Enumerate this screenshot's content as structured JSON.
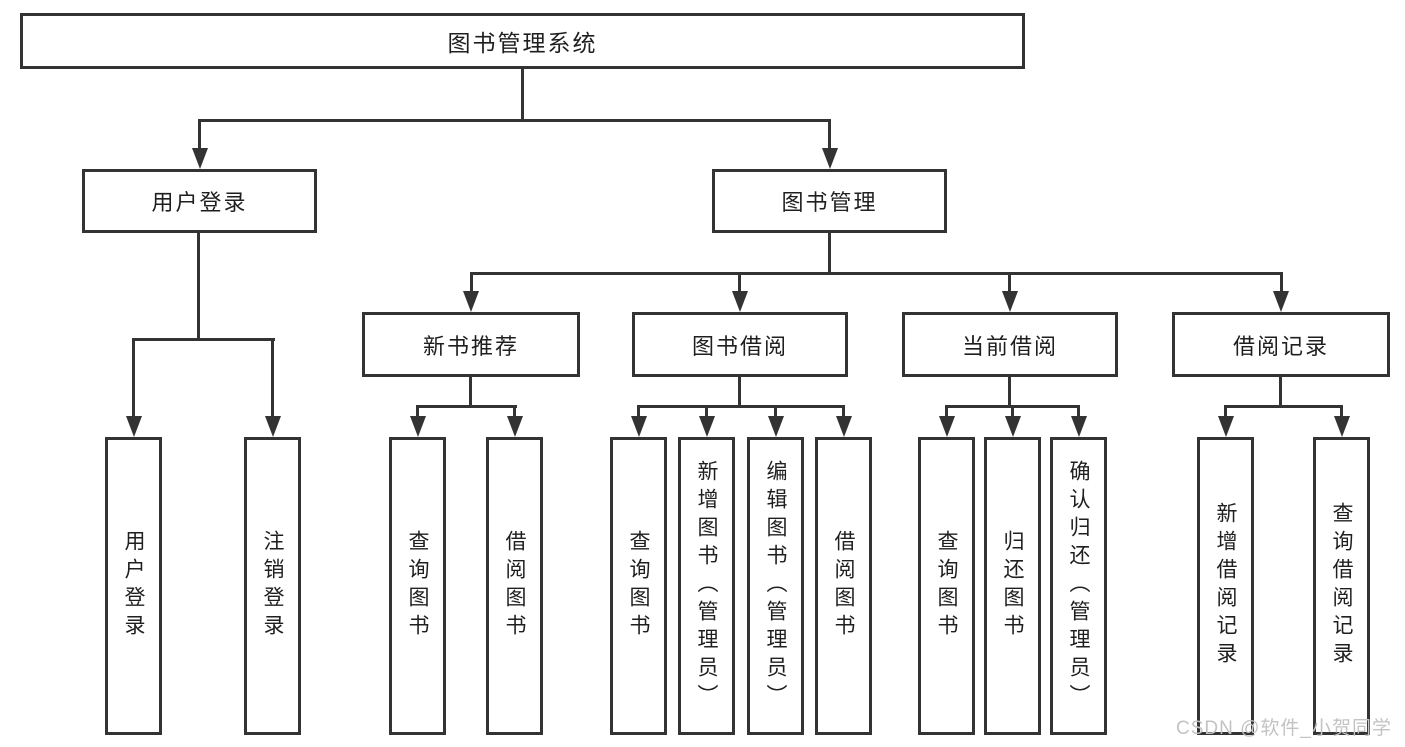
{
  "tree": {
    "root": {
      "label": "图书管理系统"
    },
    "level1": [
      {
        "label": "用户登录",
        "children": [
          {
            "label": "用户登录"
          },
          {
            "label": "注销登录"
          }
        ]
      },
      {
        "label": "图书管理",
        "children": [
          {
            "label": "新书推荐",
            "children": [
              {
                "label": "查询图书"
              },
              {
                "label": "借阅图书"
              }
            ]
          },
          {
            "label": "图书借阅",
            "children": [
              {
                "label": "查询图书"
              },
              {
                "label": "新增图书（管理员）"
              },
              {
                "label": "编辑图书（管理员）"
              },
              {
                "label": "借阅图书"
              }
            ]
          },
          {
            "label": "当前借阅",
            "children": [
              {
                "label": "查询图书"
              },
              {
                "label": "归还图书"
              },
              {
                "label": "确认归还（管理员）"
              }
            ]
          },
          {
            "label": "借阅记录",
            "children": [
              {
                "label": "新增借阅记录"
              },
              {
                "label": "查询借阅记录"
              }
            ]
          }
        ]
      }
    ]
  },
  "watermark": {
    "text": "CSDN @软件_小贺同学"
  },
  "colors": {
    "line": "#333333",
    "text": "#1f1f1f",
    "watermark": "#c3c3c3",
    "background": "#ffffff"
  }
}
